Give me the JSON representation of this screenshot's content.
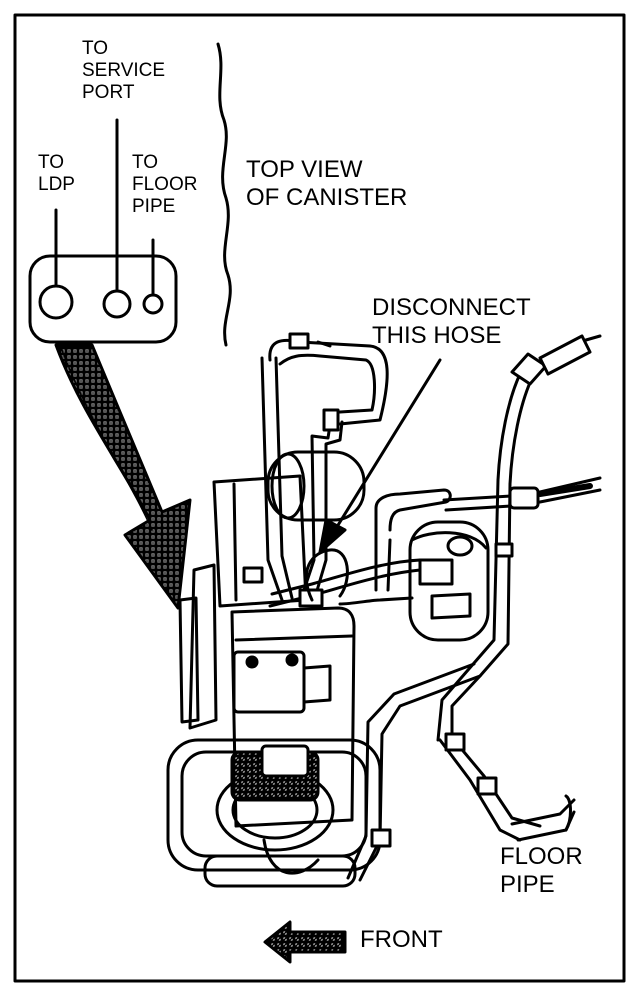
{
  "labels": {
    "to_service_port": [
      "TO",
      "SERVICE",
      "PORT"
    ],
    "to_ldp": [
      "TO",
      "LDP"
    ],
    "to_floor_pipe": [
      "TO",
      "FLOOR",
      "PIPE"
    ],
    "top_view": [
      "TOP VIEW",
      "OF CANISTER"
    ],
    "disconnect": [
      "DISCONNECT",
      "THIS HOSE"
    ],
    "floor_pipe": [
      "FLOOR",
      "PIPE"
    ],
    "front": "FRONT"
  },
  "colors": {
    "ink": "#000000",
    "paper": "#ffffff",
    "arrow_fill": "#bdbdbd"
  }
}
